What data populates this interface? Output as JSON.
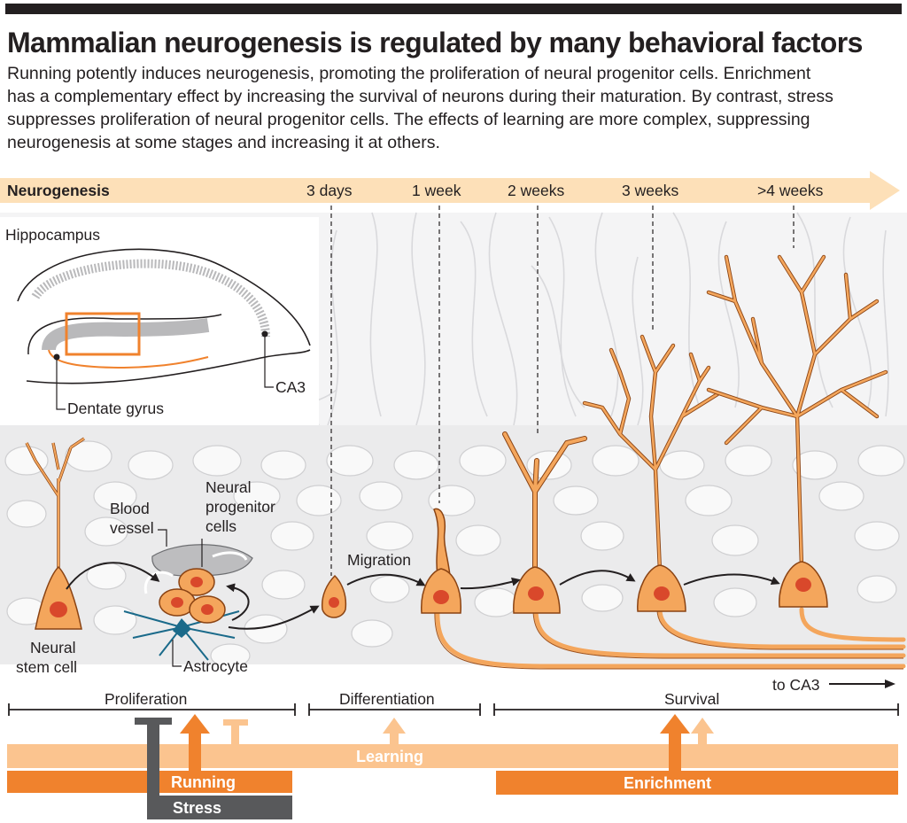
{
  "header": {
    "title": "Mammalian neurogenesis is regulated by many behavioral factors",
    "lede_lines": [
      "Running potently induces neurogenesis, promoting the proliferation of neural progenitor cells. Enrichment",
      "has a complementary effect by increasing the survival of neurons during their maturation. By contrast, stress",
      "suppresses proliferation of neural progenitor cells. The effects of learning are more complex, suppressing",
      "neurogenesis at some stages and increasing it at others."
    ]
  },
  "timeline": {
    "label": "Neurogenesis",
    "marks": [
      "3 days",
      "1 week",
      "2 weeks",
      "3 weeks",
      ">4 weeks"
    ]
  },
  "hippocampus": {
    "title": "Hippocampus",
    "dentate_gyrus": "Dentate gyrus",
    "ca3": "CA3"
  },
  "cells": {
    "stem_cell": [
      "Neural",
      "stem cell"
    ],
    "blood_vessel": [
      "Blood",
      "vessel"
    ],
    "progenitor": [
      "Neural",
      "progenitor",
      "cells"
    ],
    "astrocyte": "Astrocyte",
    "migration": "Migration",
    "to_ca3": "to CA3"
  },
  "stages": [
    "Proliferation",
    "Differentiation",
    "Survival"
  ],
  "factors": {
    "learning": "Learning",
    "running": "Running",
    "enrichment": "Enrichment",
    "stress": "Stress"
  },
  "colors": {
    "orange": "#f0822d",
    "light_orange": "#fbc48f",
    "timeline_band": "#fde0b8",
    "stress_gray": "#58595b",
    "cell_fill": "#f4a65c",
    "nucleus": "#d9482b",
    "astrocyte": "#1a6a8a"
  }
}
